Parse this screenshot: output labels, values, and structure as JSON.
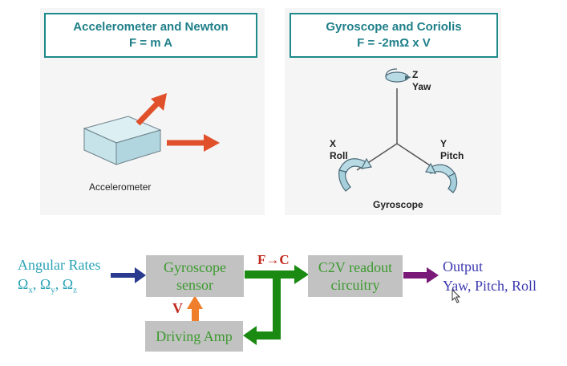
{
  "accel_panel": {
    "title_line1": "Accelerometer and Newton",
    "title_line2": "F = m A",
    "caption": "Accelerometer"
  },
  "gyro_panel": {
    "title_line1": "Gyroscope and Coriolis",
    "title_line2": "F = -2mΩ x V",
    "z_axis": "Z",
    "z_name": "Yaw",
    "x_axis": "X",
    "x_name": "Roll",
    "y_axis": "Y",
    "y_name": "Pitch",
    "caption": "Gyroscope"
  },
  "block_diagram": {
    "input_label": "Angular Rates",
    "input_omega": "Ω",
    "input_sub_x": "x",
    "input_sub_y": "y",
    "input_sub_z": "z",
    "sensor_line1": "Gyroscope",
    "sensor_line2": "sensor",
    "readout_line1": "C2V readout",
    "readout_line2": "circuitry",
    "driving_amp": "Driving Amp",
    "fc_label": "F→C",
    "v_label": "V",
    "output_label": "Output",
    "output_values": "Yaw, Pitch, Roll"
  },
  "colors": {
    "teal": "#1f7f89",
    "input_teal": "#2aa3b5",
    "box_gray": "#c2c2c2",
    "box_text_green": "#3c9a2f",
    "green_arrow": "#1b8a12",
    "orange_arrow": "#f07f2b",
    "red_label": "#c0281b",
    "input_arrow": "#2a3b8f",
    "output_arrow": "#7a1a78",
    "output_text": "#3d3ab0",
    "red_arrow": "#e0502a"
  }
}
